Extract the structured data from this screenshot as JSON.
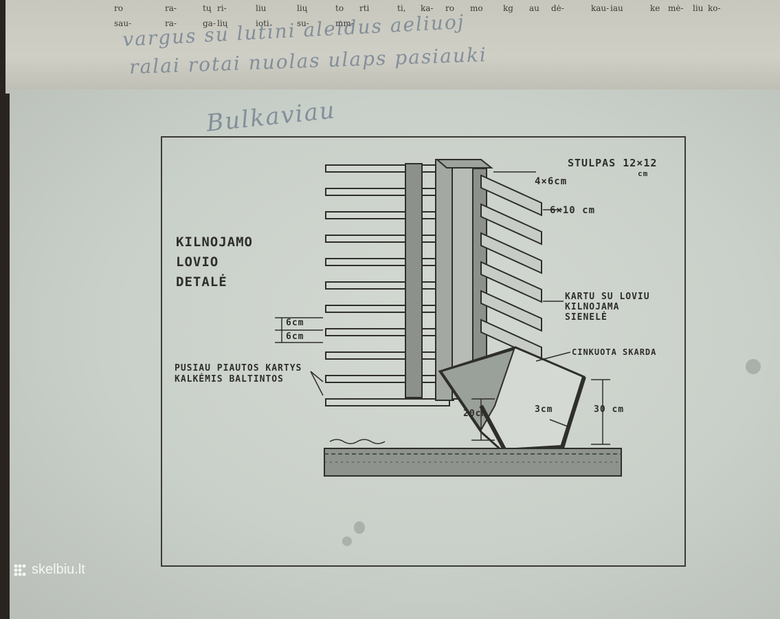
{
  "top_page": {
    "column_fragments": [
      "ro",
      "ra-",
      "tų",
      "ri-",
      "liu",
      "lių",
      "to",
      "rti",
      "ti,",
      "ka-",
      "ro",
      "mo",
      "kg",
      "au",
      "dė-",
      "kau-",
      "iau",
      "ke",
      "mė-",
      "liu",
      "ko-",
      "sau-",
      "ra-",
      "ga-",
      "lių",
      "ioti",
      "su-",
      "mm-"
    ]
  },
  "handwriting": {
    "line1": "vargus su lutini aleidus aeliuoj",
    "line2": "ralai rotai nuolas ulaps pasiauki",
    "signature": "Bulkaviau"
  },
  "diagram": {
    "title_lines": [
      "KILNOJAMO",
      "LOVIO",
      "DETALĖ"
    ],
    "labels": {
      "post": "STULPAS 12×12",
      "post_unit": "cm",
      "beam_small": "4×6cm",
      "beam_large": "6×10 cm",
      "wall_line1": "KARTU SU LOVIU",
      "wall_line2": "KILNOJAMA",
      "wall_line3": "SIENELĖ",
      "sheet": "CINKUOTA SKARDA",
      "slat1": "6cm",
      "slat2": "6cm",
      "poles_line1": "PUSIAU PIAUTOS KARTYS",
      "poles_line2": "KALKĖMIS BALTINTOS",
      "depth": "20cm",
      "thickness": "3cm",
      "height": "30 cm"
    }
  },
  "watermark": {
    "text": "skelbiu.lt",
    "icon": "dots-logo-icon"
  }
}
